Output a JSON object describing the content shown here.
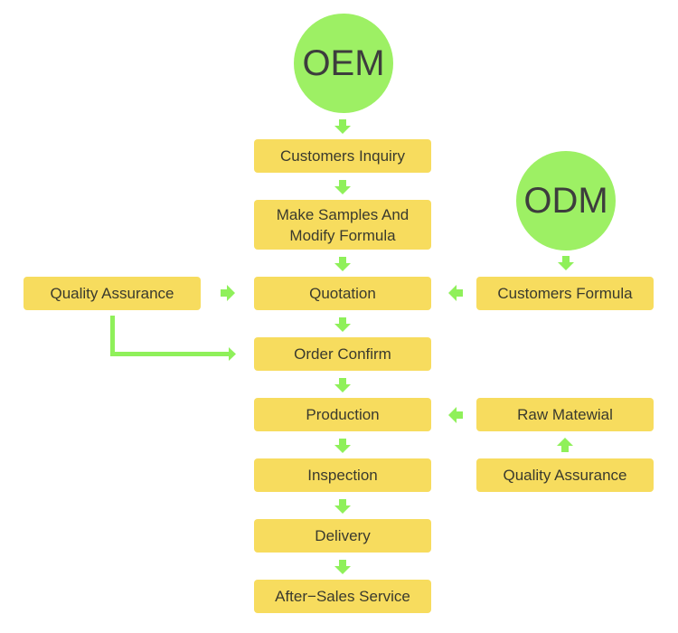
{
  "colors": {
    "box": "#f7dc5e",
    "circle": "#9df064",
    "arrow": "#8ff05a",
    "text": "#3a3a2e"
  },
  "circles": {
    "oem": "OEM",
    "odm": "ODM"
  },
  "main_flow": {
    "customers_inquiry": "Customers Inquiry",
    "make_samples": "Make Samples And Modify Formula",
    "quotation": "Quotation",
    "order_confirm": "Order Confirm",
    "production": "Production",
    "inspection": "Inspection",
    "delivery": "Delivery",
    "after_sales": "After−Sales Service"
  },
  "left_branch": {
    "quality_assurance": "Quality Assurance"
  },
  "right_branch": {
    "customers_formula": "Customers Formula",
    "raw_material": "Raw Matewial",
    "quality_assurance": "Quality Assurance"
  }
}
